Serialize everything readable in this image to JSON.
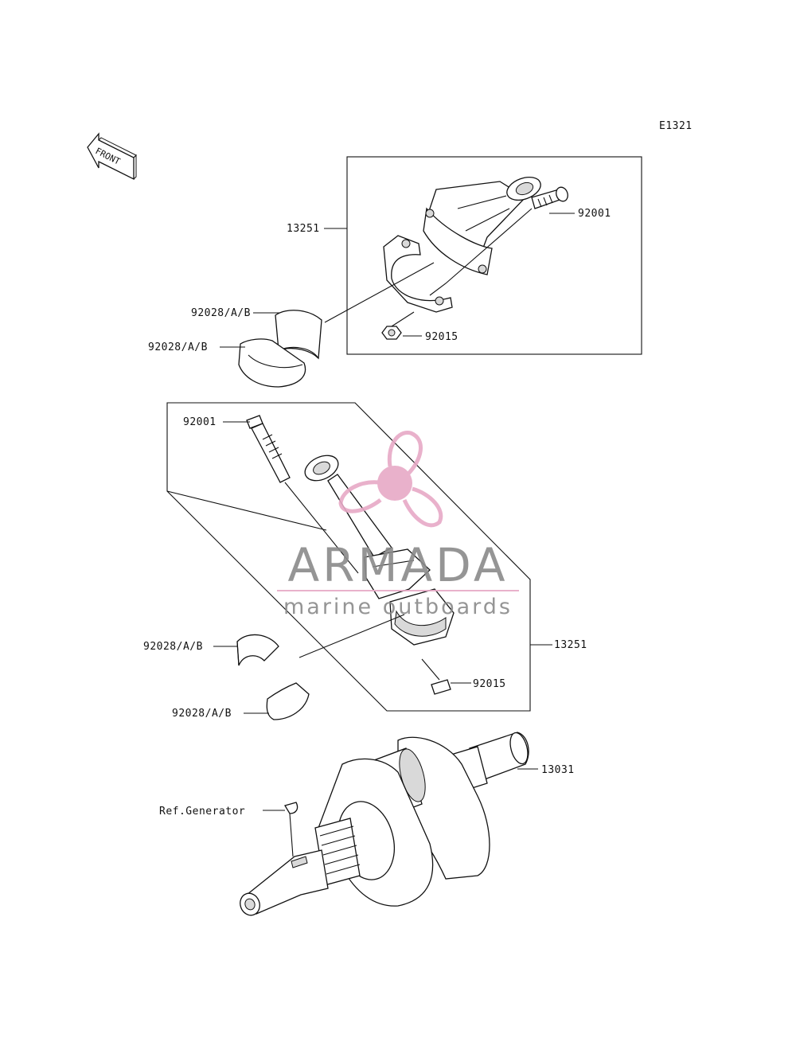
{
  "diagram_code": "E1321",
  "front_marker": "FRONT",
  "callouts": {
    "rod_assy_top": "13251",
    "bolt_top": "92001",
    "nut_top": "92015",
    "bearing_top_1": "92028/A/B",
    "bearing_top_2": "92028/A/B",
    "bolt_mid": "92001",
    "rod_assy_mid": "13251",
    "bearing_mid_1": "92028/A/B",
    "bearing_mid_2": "92028/A/B",
    "nut_mid": "92015",
    "crankshaft": "13031",
    "ref_generator": "Ref.Generator"
  },
  "watermark": {
    "brand": "ARMADA",
    "tagline": "marine outboards",
    "logo_color": "#e7a9c6",
    "text_color": "#8a8a8a"
  }
}
